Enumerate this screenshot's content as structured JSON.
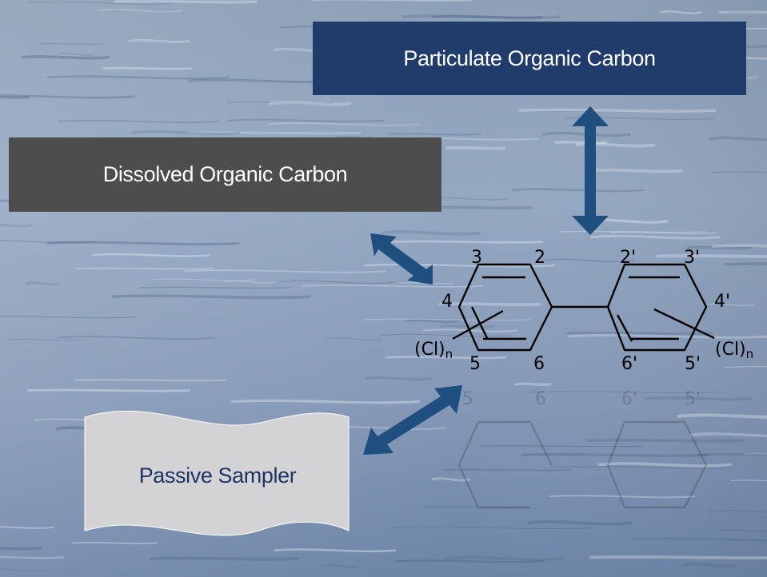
{
  "diagram": {
    "particulate_label": "Particulate Organic Carbon",
    "dissolved_label": "Dissolved Organic Carbon",
    "sampler_label": "Passive Sampler"
  },
  "molecule": {
    "positions": {
      "p2": "2",
      "p3": "3",
      "p4": "4",
      "p5": "5",
      "p6": "6",
      "p2p": "2'",
      "p3p": "3'",
      "p4p": "4'",
      "p5p": "5'",
      "p6p": "6'"
    },
    "cl_left": "(Cl)",
    "cl_right": "(Cl)",
    "subscript": "n"
  },
  "colors": {
    "particulate_box": "#1f3c6b",
    "dissolved_box": "#4d4d4d",
    "sampler_fill": "#d3d3d6",
    "sampler_text": "#1e3563",
    "arrow": "#1f4f7e",
    "box_text": "#ffffff",
    "water_base": "#8fa3be"
  }
}
